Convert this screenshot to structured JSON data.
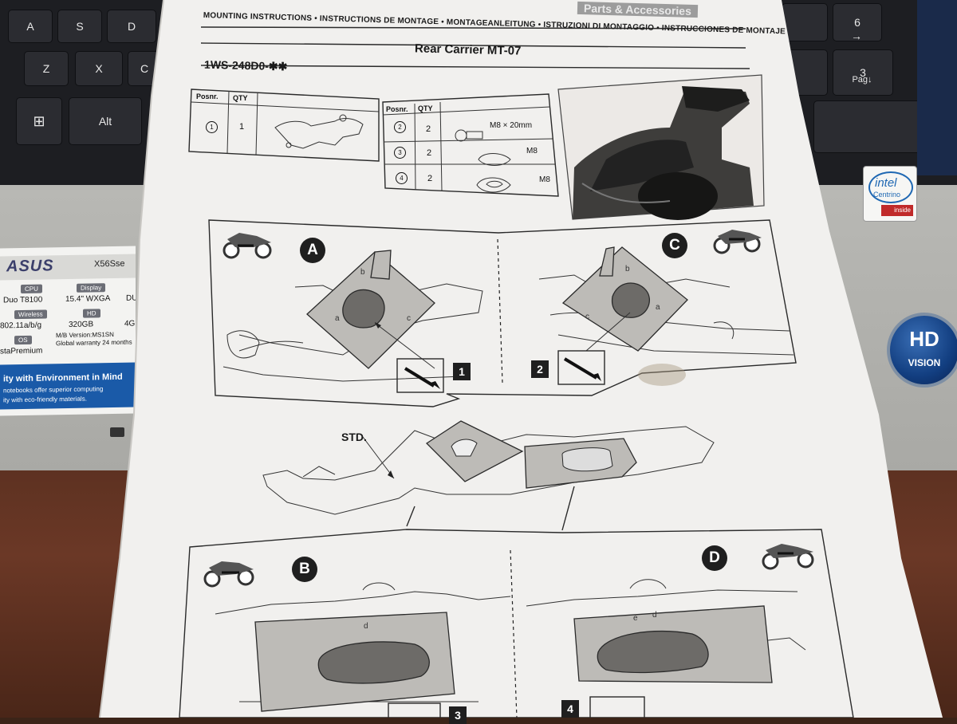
{
  "keyboard": {
    "keys": [
      "A",
      "S",
      "D",
      "Z",
      "X",
      "C",
      "Alt",
      "6",
      "→",
      "3",
      "Pag↓"
    ]
  },
  "spec_sticker": {
    "brand": "ASUS",
    "model": "X56Sse",
    "labels": [
      "CPU",
      "Display",
      "Wireless",
      "HD",
      "OS"
    ],
    "values": [
      "Duo T8100",
      "15.4\" WXGA",
      "DU",
      "802.11a/b/g",
      "320GB",
      "4GB",
      "staPremium"
    ],
    "warranty": "M/B Version:MS1SN\nGlobal warranty 24 months",
    "eco_title": "ity with Environment in Mind",
    "eco_line1": "notebooks offer superior computing",
    "eco_line2": "ity with eco-friendly materials."
  },
  "intel_sticker": {
    "brand": "intel",
    "product": "Centrino",
    "tag": "inside"
  },
  "hd_badge": {
    "hd": "HD",
    "vision": "VISION"
  },
  "sheet": {
    "header": "MOUNTING INSTRUCTIONS • INSTRUCTIONS DE MONTAGE • MONTAGEANLEITUNG • ISTRUZIONI DI MONTAGGIO • INSTRUCCIONES DE MONTAJE",
    "brand_label": "Parts & Accessories",
    "title": "Rear Carrier  MT-07",
    "part_number": "1WS-248D0-✱✱",
    "table1": {
      "headers": [
        "Posnr.",
        "QTY"
      ],
      "rows": [
        {
          "pos": "1",
          "qty": "1"
        }
      ]
    },
    "table2": {
      "headers": [
        "Posnr.",
        "QTY"
      ],
      "rows": [
        {
          "pos": "2",
          "qty": "2",
          "spec": "M8 × 20mm"
        },
        {
          "pos": "3",
          "qty": "2",
          "spec": "M8"
        },
        {
          "pos": "4",
          "qty": "2",
          "spec": "M8"
        }
      ]
    },
    "steps": {
      "a": "A",
      "b": "B",
      "c": "C",
      "d": "D",
      "n1": "1",
      "n2": "2",
      "n3": "3",
      "n4": "4"
    },
    "std_label": "STD.",
    "part_letters": {
      "a": "a",
      "b": "b",
      "c": "c",
      "d": "d",
      "e": "e"
    }
  }
}
